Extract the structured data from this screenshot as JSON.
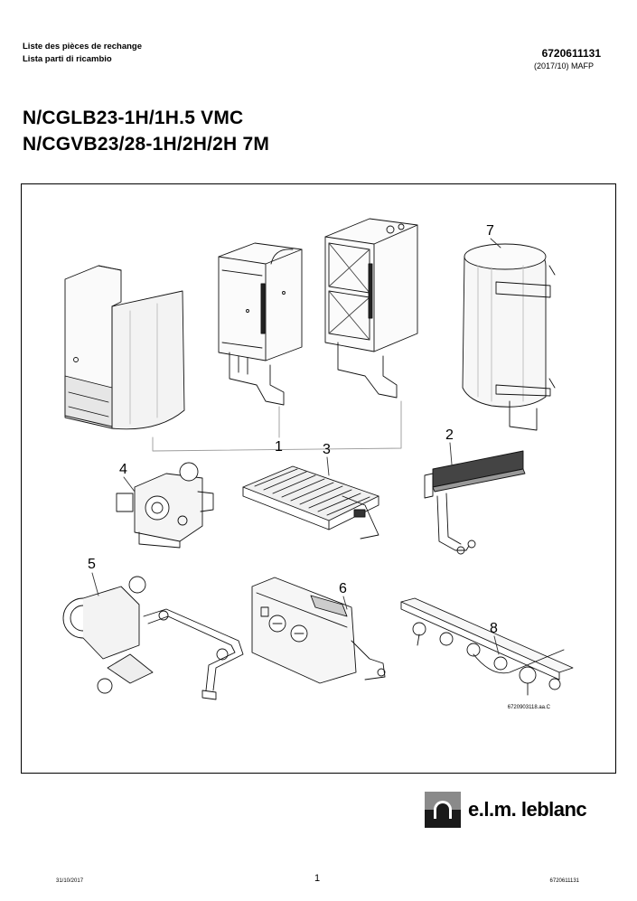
{
  "header": {
    "lines": [
      "Liste des pièces de rechange",
      "Lista parti di ricambio"
    ],
    "doc_number": "6720611131",
    "doc_date": "(2017/10) MAFP"
  },
  "title": {
    "line1": "N/CGLB23-1H/1H.5 VMC",
    "line2": "N/CGVB23/28-1H/2H/2H 7M"
  },
  "diagram": {
    "labels": [
      "1",
      "2",
      "3",
      "4",
      "5",
      "6",
      "7",
      "8"
    ],
    "figure_ref": "6720903118.aa.C"
  },
  "brand": {
    "name": "e.l.m. leblanc",
    "colors": {
      "gray": "#8a8a8a",
      "dark": "#1a1a1a"
    }
  },
  "footer": {
    "date": "31/10/2017",
    "page": "1",
    "doc_number": "6720611131"
  }
}
